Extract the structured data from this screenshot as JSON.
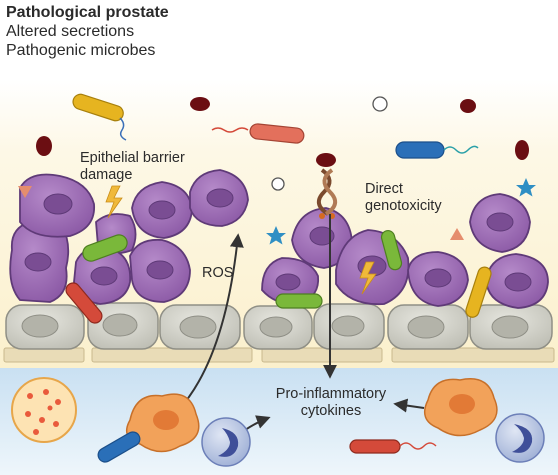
{
  "header": {
    "title": "Pathological prostate",
    "line1": "Altered secretions",
    "line2": "Pathogenic microbes"
  },
  "labels": {
    "epithelial_line1": "Epithelial barrier",
    "epithelial_line2": "damage",
    "ros": "ROS",
    "direct_line1": "Direct",
    "direct_line2": "genotoxicity",
    "proinflam_line1": "Pro-inflammatory",
    "proinflam_line2": "cytokines"
  },
  "colors": {
    "lumen": "#fbf3d4",
    "interstitium": "#d7e9f6",
    "epithelial_cell": "#9c6bb5",
    "nucleus": "#7a4d93",
    "basal_cell": "#d4d4cc",
    "basement_membrane": "#e9dcb7",
    "macrophage": "#f2a25a",
    "neutrophil": "#fde3b3",
    "lymphocyte": "#3f4f99",
    "microbe_red": "#d44a3a",
    "microbe_green": "#7ab83a",
    "microbe_yellow": "#e6b420",
    "microbe_blue": "#2a6fb8",
    "dark_microbe": "#6b0e12"
  },
  "icons": [
    "bacterium-icon",
    "star-icon",
    "triangle-icon",
    "circle-icon",
    "lightning-icon",
    "arrow-icon"
  ]
}
